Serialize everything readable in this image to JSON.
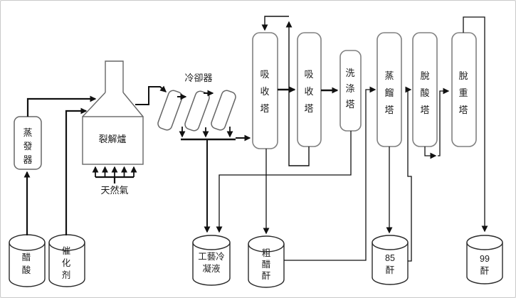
{
  "diagram": {
    "type": "process-flow-diagram",
    "subject": "acetic anhydride production line",
    "process_units": {
      "evaporator": "蒸發器",
      "cracking_furnace": "裂解爐",
      "natural_gas": "天然氣",
      "cooler": "冷卻器",
      "absorber1": "吸收塔",
      "absorber2": "吸收塔",
      "washing_tower": "洗涤塔",
      "distillation_tower": "蒸餾塔",
      "deacidification_tower": "脫酸塔",
      "deheavies_tower": "脫重塔"
    },
    "tanks": {
      "acetic_acid": "醋酸",
      "catalyst": "催化剂",
      "process_condensate": "工藝冷凝液",
      "crude_anhydride": "粗醋酐",
      "anhydride_85": "85酐",
      "anhydride_99": "99酐"
    },
    "colors": {
      "flow_line": "#111111",
      "vessel_stroke": "#777777",
      "tank_stroke": "#2a2a2a",
      "background": "#ffffff",
      "frame_border": "#c9c9c9"
    }
  }
}
